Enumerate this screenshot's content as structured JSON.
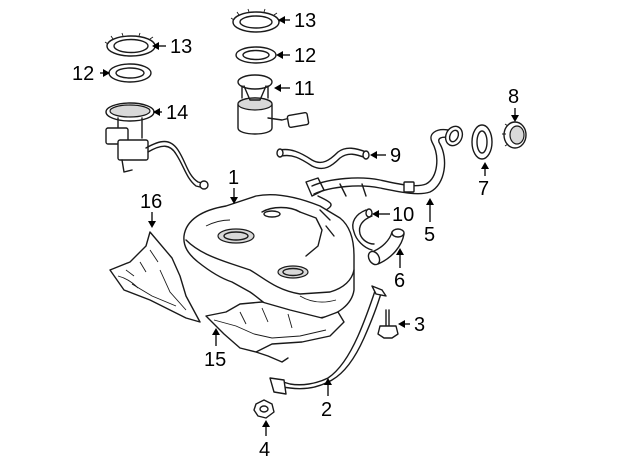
{
  "diagram": {
    "callouts": [
      "1",
      "2",
      "3",
      "4",
      "5",
      "6",
      "7",
      "8",
      "9",
      "10",
      "11",
      "12",
      "12",
      "13",
      "13",
      "14",
      "15",
      "16"
    ]
  }
}
